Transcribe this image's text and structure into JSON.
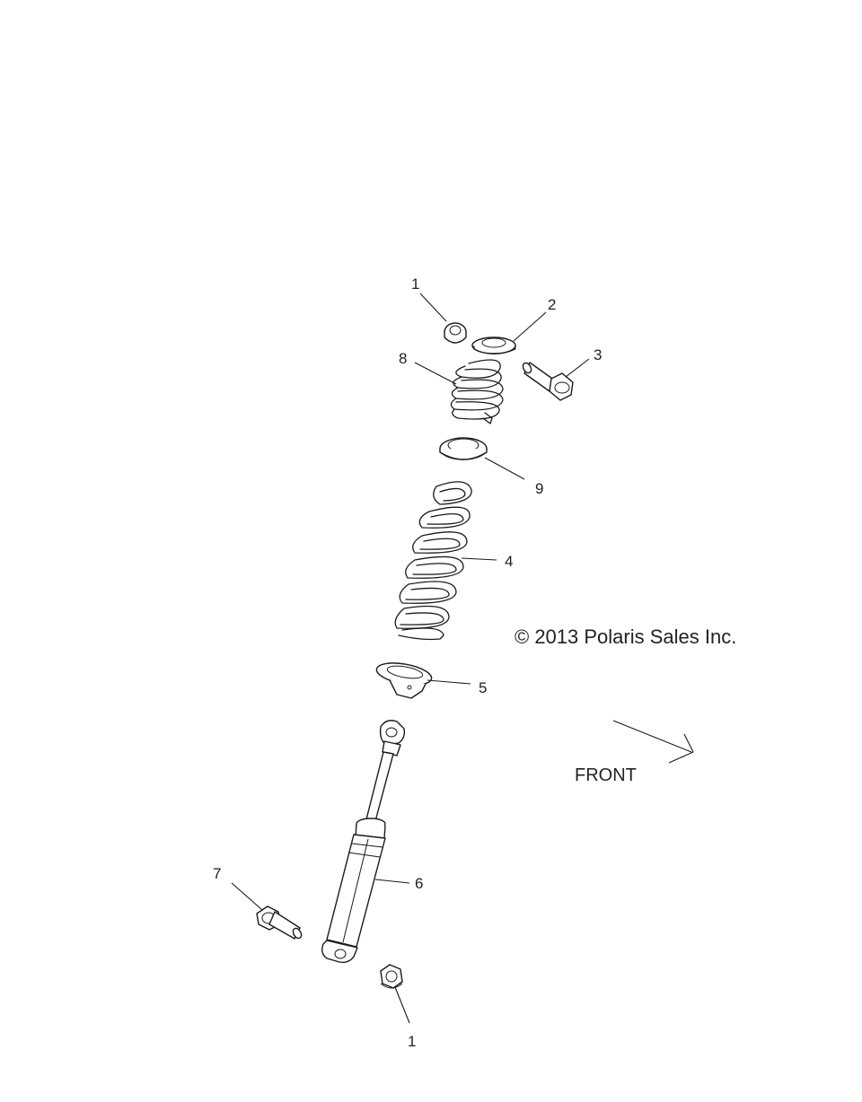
{
  "copyright": "© 2013 Polaris Sales Inc.",
  "front_label": "FRONT",
  "callouts": {
    "top_nut": "1",
    "retainer": "2",
    "bolt_top": "3",
    "main_spring": "4",
    "lower_seat": "5",
    "shock": "6",
    "bolt_bottom": "7",
    "tender_spring": "8",
    "crossover": "9",
    "bottom_nut": "1"
  }
}
